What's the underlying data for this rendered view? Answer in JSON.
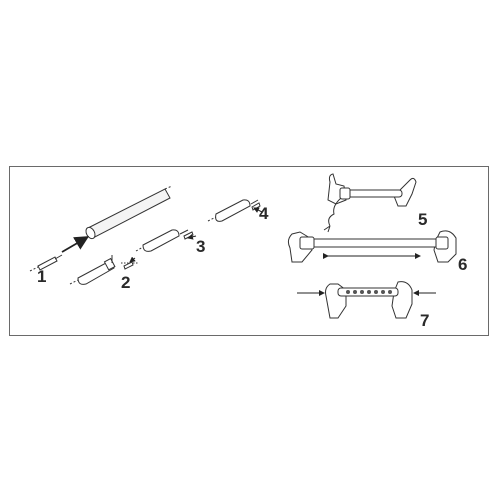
{
  "diagram": {
    "steps": [
      {
        "id": "step-1",
        "label": "1"
      },
      {
        "id": "step-2",
        "label": "2"
      },
      {
        "id": "step-3",
        "label": "3"
      },
      {
        "id": "step-4",
        "label": "4"
      },
      {
        "id": "step-5",
        "label": "5"
      },
      {
        "id": "step-6",
        "label": "6"
      },
      {
        "id": "step-7",
        "label": "7"
      }
    ]
  },
  "colors": {
    "line": "#333333",
    "tube_fill": "#ffffff",
    "frame": "#6a6a6a"
  }
}
